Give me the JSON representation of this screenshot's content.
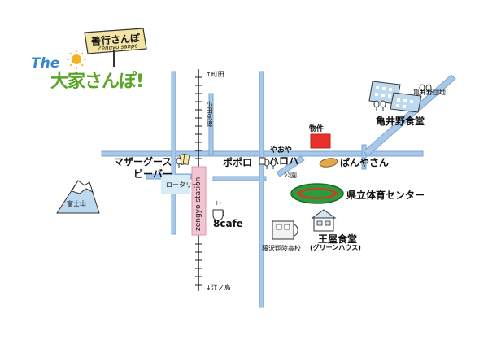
{
  "logo": {
    "sign_text": "善行さんぽ",
    "sign_sub": "Zengyo sanpo",
    "the_text": "The",
    "main_text": "大家さんぽ!"
  },
  "places": {
    "machida": "↑町田",
    "odakyu": "小田急線",
    "enoshima": "↓江ノ島",
    "station": "zengyo station",
    "rotary": "ロータリー",
    "mother_goose": "マザーグース",
    "beaver": "ビーバー",
    "popoloco": "ポポロ",
    "haroha": "ハロハ",
    "yaoya": "やおや",
    "koen": "公園",
    "bukken": "物件",
    "panya": "ぱんやさん",
    "taiikukan": "県立体育センター",
    "fuji": "富士山",
    "cafe": "8cafe",
    "school": "藤沢翔陵高校",
    "oya_shokudo": "王屋食堂",
    "green_house": "(グリーンハウス)",
    "kamei_danchi": "亀井野団地",
    "kamei_shokudo": "亀井野食堂"
  },
  "colors": {
    "road": "#a8c8e8",
    "station": "#f3c4d1",
    "property": "#e8312a",
    "stadium_green": "#2e9a3c",
    "stadium_track": "#b84a2a"
  }
}
